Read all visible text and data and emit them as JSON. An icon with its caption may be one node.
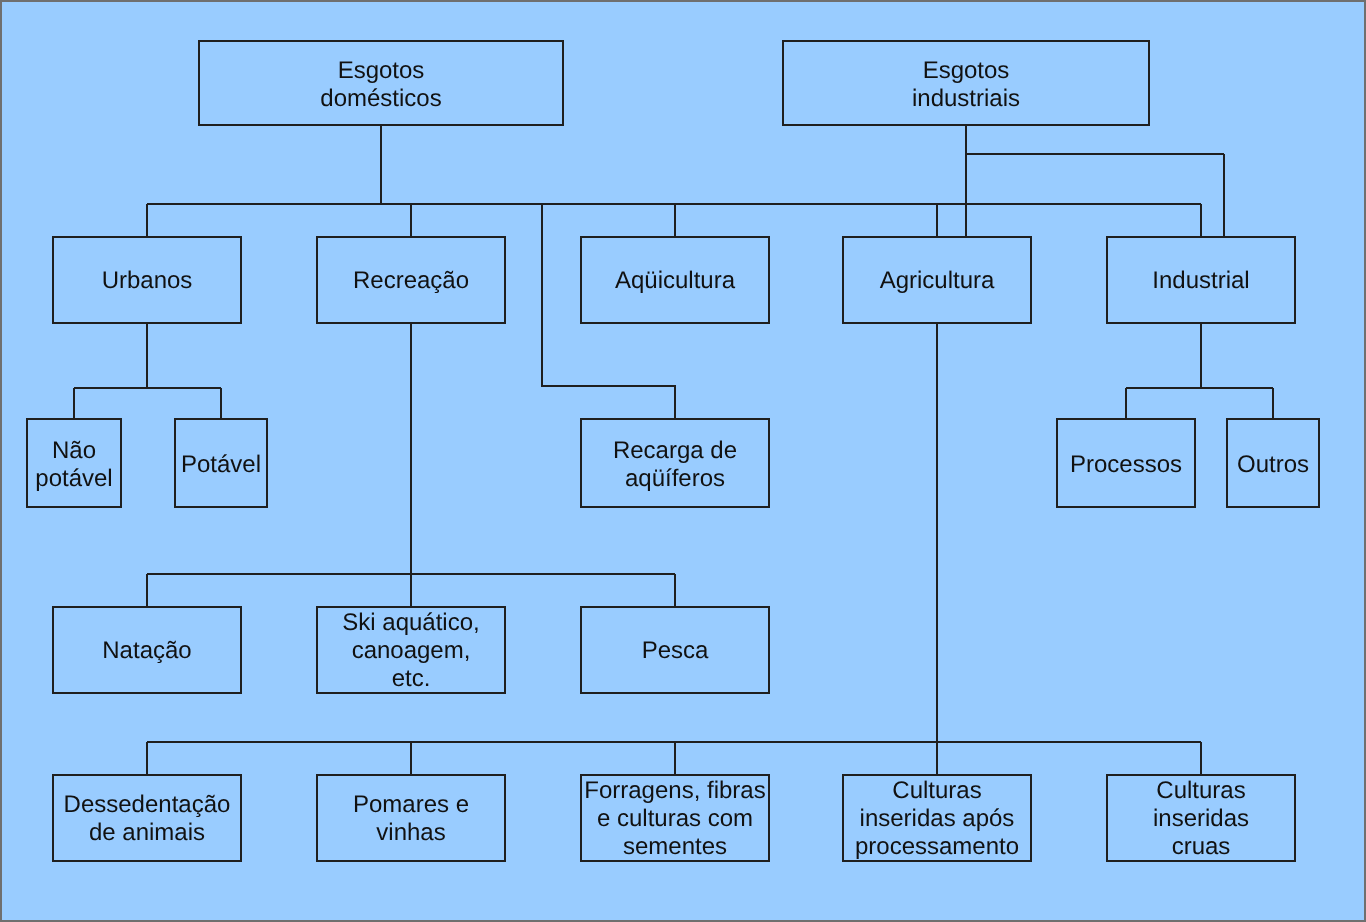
{
  "diagram": {
    "nodes": [
      {
        "text": [
          "Esgotos domésticos"
        ]
      },
      {
        "text": [
          "Esgotos industriais"
        ]
      },
      {
        "text": [
          "Urbanos"
        ]
      },
      {
        "text": [
          "Recreação"
        ]
      },
      {
        "text": [
          "Aqüicultura"
        ]
      },
      {
        "text": [
          "Agricultura"
        ]
      },
      {
        "text": [
          "Industrial"
        ]
      },
      {
        "text": [
          "Não potável"
        ]
      },
      {
        "text": [
          "Potável"
        ]
      },
      {
        "text": [
          "Recarga de aqüíferos"
        ]
      },
      {
        "text": [
          "Processos"
        ]
      },
      {
        "text": [
          "Outros"
        ]
      },
      {
        "text": [
          "Natação"
        ]
      },
      {
        "text": [
          "Ski aquático, canoagem, etc."
        ]
      },
      {
        "text": [
          "Pesca"
        ]
      },
      {
        "text": [
          "Dessedentação de animais"
        ]
      },
      {
        "text": [
          "Pomares e vinhas"
        ]
      },
      {
        "text": [
          "Forragens, fibras e culturas com sementes"
        ]
      },
      {
        "text": [
          "Culturas inseridas após processamento"
        ]
      },
      {
        "text": [
          "Culturas inseridas cruas"
        ]
      }
    ],
    "edges": [
      {
        "from": 0,
        "to": 2,
        "arrow": "none"
      },
      {
        "from": 0,
        "to": 3,
        "arrow": "none"
      },
      {
        "from": 0,
        "to": 4,
        "arrow": "none"
      },
      {
        "from": 0,
        "to": 9,
        "arrow": "none"
      },
      {
        "from": 0,
        "to": 5,
        "arrow": "none"
      },
      {
        "from": 0,
        "to": 6,
        "arrow": "none"
      },
      {
        "from": 1,
        "to": 5,
        "arrow": "none"
      },
      {
        "from": 1,
        "to": 6,
        "arrow": "none"
      },
      {
        "from": 2,
        "to": 7,
        "arrow": "none"
      },
      {
        "from": 2,
        "to": 8,
        "arrow": "none"
      },
      {
        "from": 3,
        "to": 12,
        "arrow": "none"
      },
      {
        "from": 3,
        "to": 13,
        "arrow": "none"
      },
      {
        "from": 3,
        "to": 14,
        "arrow": "none"
      },
      {
        "from": 5,
        "to": 15,
        "arrow": "none"
      },
      {
        "from": 5,
        "to": 16,
        "arrow": "none"
      },
      {
        "from": 5,
        "to": 17,
        "arrow": "none"
      },
      {
        "from": 5,
        "to": 18,
        "arrow": "none"
      },
      {
        "from": 5,
        "to": 19,
        "arrow": "none"
      },
      {
        "from": 6,
        "to": 10,
        "arrow": "none"
      },
      {
        "from": 6,
        "to": 11,
        "arrow": "none"
      }
    ]
  }
}
